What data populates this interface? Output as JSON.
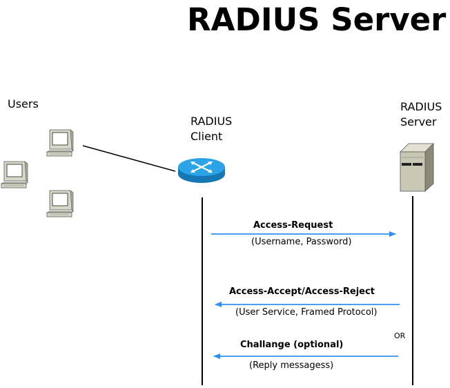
{
  "title": "RADIUS Server",
  "actors": {
    "users": "Users",
    "client_line1": "RADIUS",
    "client_line2": "Client",
    "server_line1": "RADIUS",
    "server_line2": "Server"
  },
  "messages": [
    {
      "label": "Access-Request",
      "detail": "(Username, Password)",
      "direction": "client-to-server"
    },
    {
      "label": "Access-Accept/Access-Reject",
      "detail": "(User Service, Framed Protocol)",
      "direction": "server-to-client"
    },
    {
      "label": "Challange (optional)",
      "detail": "(Reply messagess)",
      "direction": "server-to-client"
    }
  ],
  "or_label": "OR",
  "icons": [
    "computer-icon",
    "router-icon",
    "server-icon"
  ],
  "colors": {
    "arrow": "#2e8ff0",
    "router": "#1c8fd0",
    "server": "#c8c8b4",
    "computer": "#d8d8c8"
  }
}
